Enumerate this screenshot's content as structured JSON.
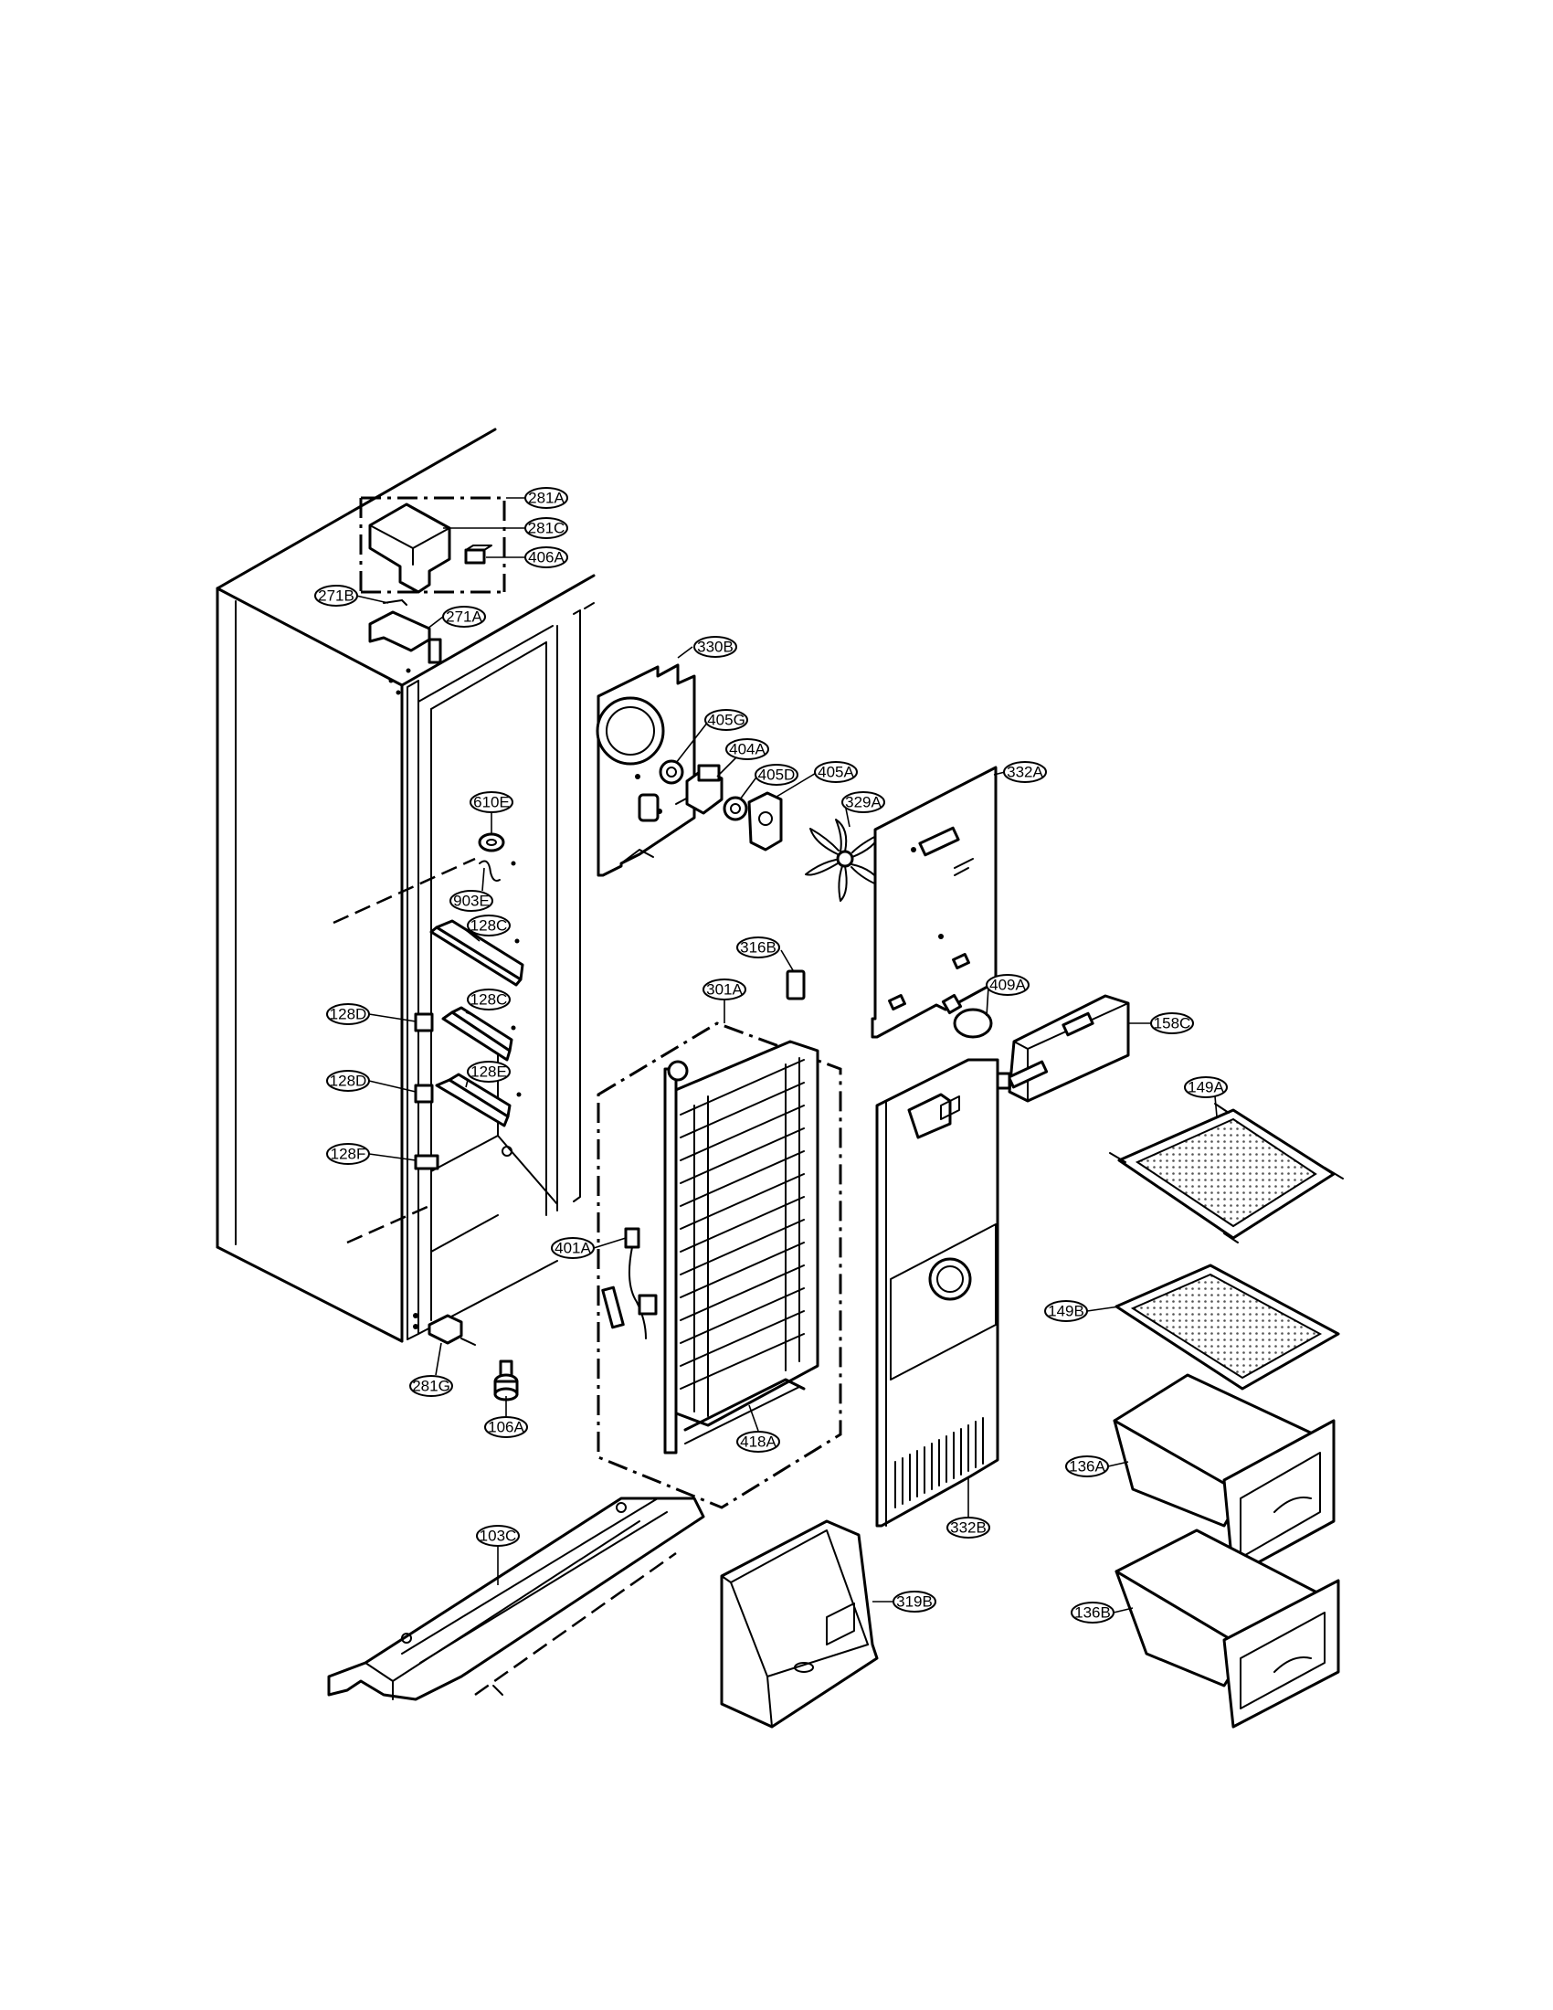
{
  "callouts": [
    {
      "id": "281A",
      "label": "281A"
    },
    {
      "id": "281C",
      "label": "281C"
    },
    {
      "id": "406A",
      "label": "406A"
    },
    {
      "id": "271B",
      "label": "271B"
    },
    {
      "id": "271A",
      "label": "271A"
    },
    {
      "id": "330B",
      "label": "330B"
    },
    {
      "id": "405G",
      "label": "405G"
    },
    {
      "id": "404A",
      "label": "404A"
    },
    {
      "id": "405D",
      "label": "405D"
    },
    {
      "id": "405A",
      "label": "405A"
    },
    {
      "id": "332A",
      "label": "332A"
    },
    {
      "id": "329A",
      "label": "329A"
    },
    {
      "id": "610E",
      "label": "610E"
    },
    {
      "id": "903E",
      "label": "903E"
    },
    {
      "id": "128C-1",
      "label": "128C"
    },
    {
      "id": "316B",
      "label": "316B"
    },
    {
      "id": "301A",
      "label": "301A"
    },
    {
      "id": "128D-1",
      "label": "128D"
    },
    {
      "id": "128C-2",
      "label": "128C"
    },
    {
      "id": "409A",
      "label": "409A"
    },
    {
      "id": "158C",
      "label": "158C"
    },
    {
      "id": "128D-2",
      "label": "128D"
    },
    {
      "id": "128E",
      "label": "128E"
    },
    {
      "id": "149A",
      "label": "149A"
    },
    {
      "id": "128F",
      "label": "128F"
    },
    {
      "id": "401A",
      "label": "401A"
    },
    {
      "id": "149B",
      "label": "149B"
    },
    {
      "id": "281G",
      "label": "281G"
    },
    {
      "id": "106A",
      "label": "106A"
    },
    {
      "id": "418A",
      "label": "418A"
    },
    {
      "id": "136A",
      "label": "136A"
    },
    {
      "id": "332B",
      "label": "332B"
    },
    {
      "id": "103C",
      "label": "103C"
    },
    {
      "id": "319B",
      "label": "319B"
    },
    {
      "id": "136B",
      "label": "136B"
    }
  ]
}
